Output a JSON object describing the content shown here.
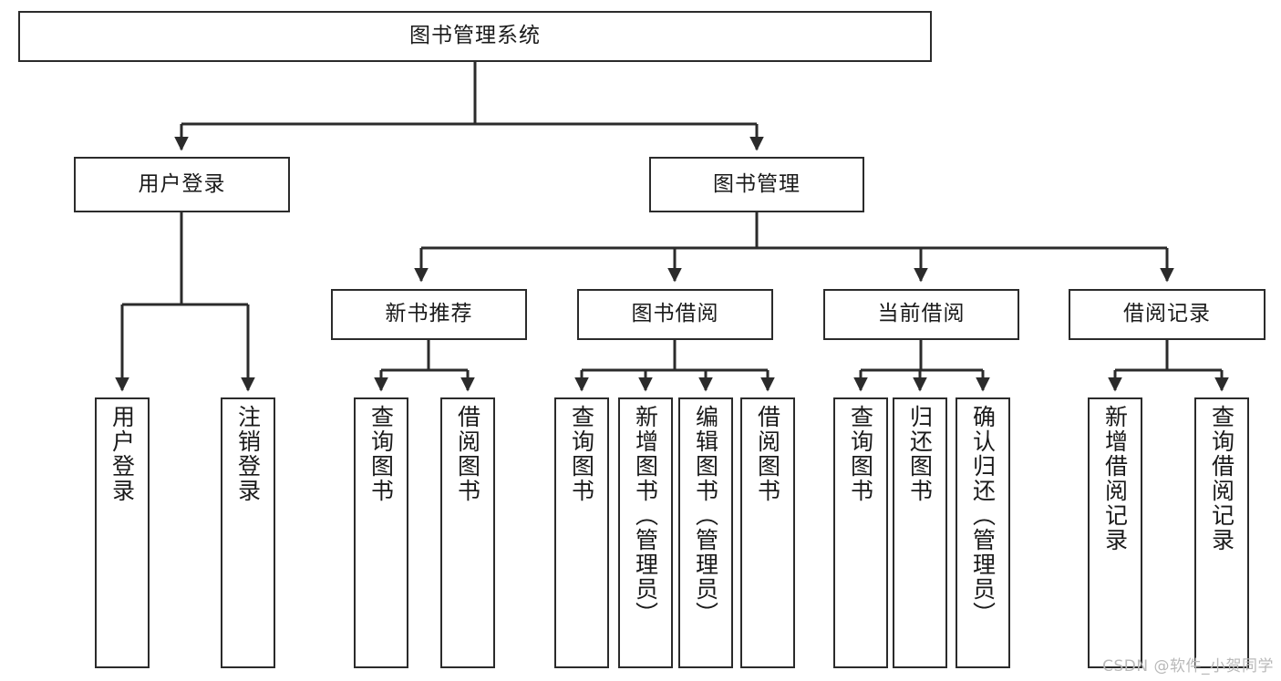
{
  "diagram": {
    "title": "图书管理系统",
    "type": "tree-hierarchy",
    "orientation": "top-down",
    "colors": {
      "box_stroke": "#2b2b2b",
      "box_fill": "#ffffff",
      "connector": "#2b2b2b",
      "text": "#1a1a1a",
      "watermark": "#b9b9b9",
      "background": "#ffffff"
    },
    "root": {
      "label": "图书管理系统"
    },
    "level2": [
      {
        "label": "用户登录"
      },
      {
        "label": "图书管理"
      }
    ],
    "level3": [
      {
        "label": "新书推荐"
      },
      {
        "label": "图书借阅"
      },
      {
        "label": "当前借阅"
      },
      {
        "label": "借阅记录"
      }
    ],
    "leaves": {
      "user_login": [
        {
          "label": "用户登录"
        },
        {
          "label": "注销登录"
        }
      ],
      "new_book_recommend": [
        {
          "label": "查询图书"
        },
        {
          "label": "借阅图书"
        }
      ],
      "book_borrow": [
        {
          "label": "查询图书"
        },
        {
          "label": "新增图书（管理员）"
        },
        {
          "label": "编辑图书（管理员）"
        },
        {
          "label": "借阅图书"
        }
      ],
      "current_borrow": [
        {
          "label": "查询图书"
        },
        {
          "label": "归还图书"
        },
        {
          "label": "确认归还（管理员）"
        }
      ],
      "borrow_record": [
        {
          "label": "新增借阅记录"
        },
        {
          "label": "查询借阅记录"
        }
      ]
    },
    "watermark": "CSDN @软件_小贺同学"
  }
}
